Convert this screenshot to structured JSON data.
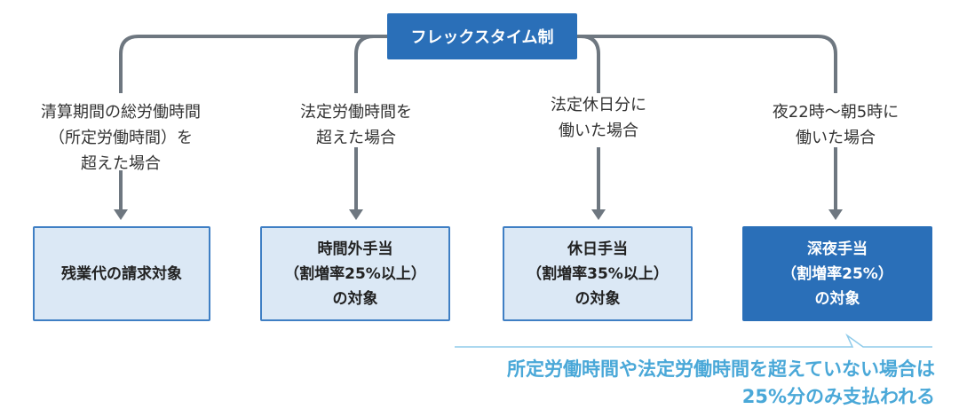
{
  "root": {
    "label": "フレックスタイム制"
  },
  "branches": [
    {
      "condition": [
        "清算期間の総労働時間",
        "（所定労働時間）を",
        "超えた場合"
      ],
      "result": [
        "残業代の請求対象"
      ]
    },
    {
      "condition": [
        "法定労働時間を",
        "超えた場合"
      ],
      "result": [
        "時間外手当",
        "（割増率25%以上）",
        "の対象"
      ]
    },
    {
      "condition": [
        "法定休日分に",
        "働いた場合"
      ],
      "result": [
        "休日手当",
        "（割増率35%以上）",
        "の対象"
      ]
    },
    {
      "condition": [
        "夜22時〜朝5時に",
        "働いた場合"
      ],
      "result": [
        "深夜手当",
        "（割増率25%）",
        "の対象"
      ]
    }
  ],
  "note": {
    "line1": "所定労働時間や法定労働時間を超えていない場合は",
    "line2": "25%分のみ支払われる"
  },
  "colors": {
    "primary": "#2a6fb8",
    "light_box": "#dbe8f5",
    "connector": "#6e7780",
    "note_text": "#4aa8d8",
    "note_line": "#8fcbea"
  }
}
